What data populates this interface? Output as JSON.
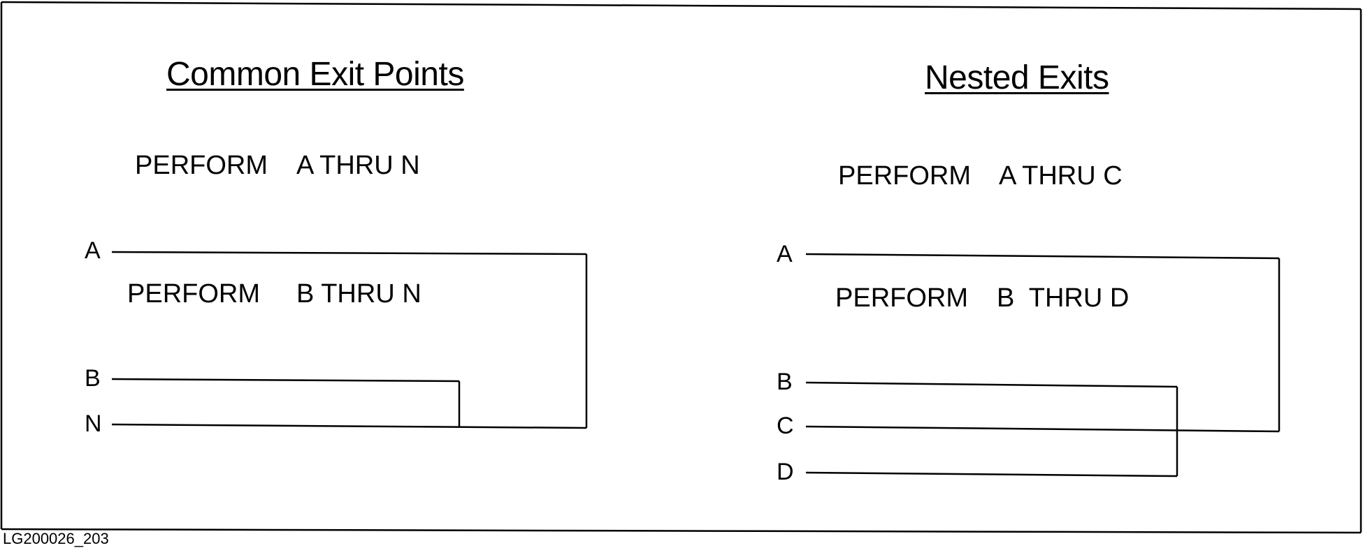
{
  "left_panel": {
    "title": "Common Exit Points",
    "statement1": {
      "verb": "PERFORM",
      "range": "A THRU N"
    },
    "statement2": {
      "verb": "PERFORM",
      "range": "B THRU N"
    },
    "labels": [
      "A",
      "B",
      "N"
    ]
  },
  "right_panel": {
    "title": "Nested Exits",
    "statement1": {
      "verb": "PERFORM",
      "range": "A THRU C"
    },
    "statement2": {
      "verb": "PERFORM",
      "range": "B  THRU D"
    },
    "labels": [
      "A",
      "B",
      "C",
      "D"
    ]
  },
  "footer": {
    "figure_id": "LG200026_203"
  }
}
